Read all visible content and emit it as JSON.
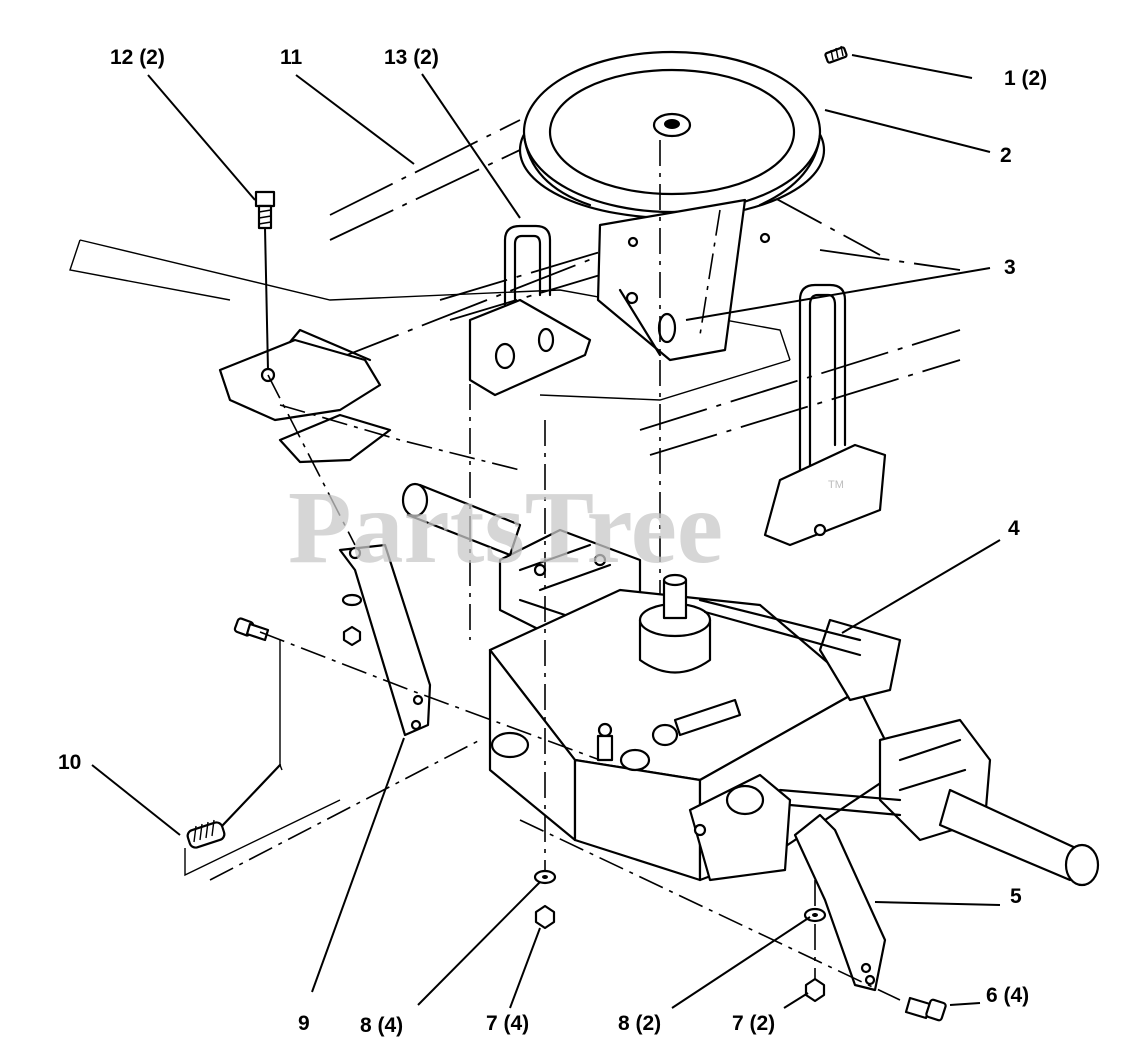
{
  "watermark": {
    "text": "PartsTree",
    "trademark": "TM"
  },
  "callouts": [
    {
      "id": "c1",
      "label": "1 (2)"
    },
    {
      "id": "c2",
      "label": "2"
    },
    {
      "id": "c3",
      "label": "3"
    },
    {
      "id": "c4",
      "label": "4"
    },
    {
      "id": "c5",
      "label": "5"
    },
    {
      "id": "c6",
      "label": "6 (4)"
    },
    {
      "id": "c7a",
      "label": "7 (2)"
    },
    {
      "id": "c7b",
      "label": "7 (4)"
    },
    {
      "id": "c8a",
      "label": "8 (2)"
    },
    {
      "id": "c8b",
      "label": "8 (4)"
    },
    {
      "id": "c9",
      "label": "9"
    },
    {
      "id": "c10",
      "label": "10"
    },
    {
      "id": "c11",
      "label": "11"
    },
    {
      "id": "c12",
      "label": "12 (2)"
    },
    {
      "id": "c13",
      "label": "13 (2)"
    }
  ]
}
